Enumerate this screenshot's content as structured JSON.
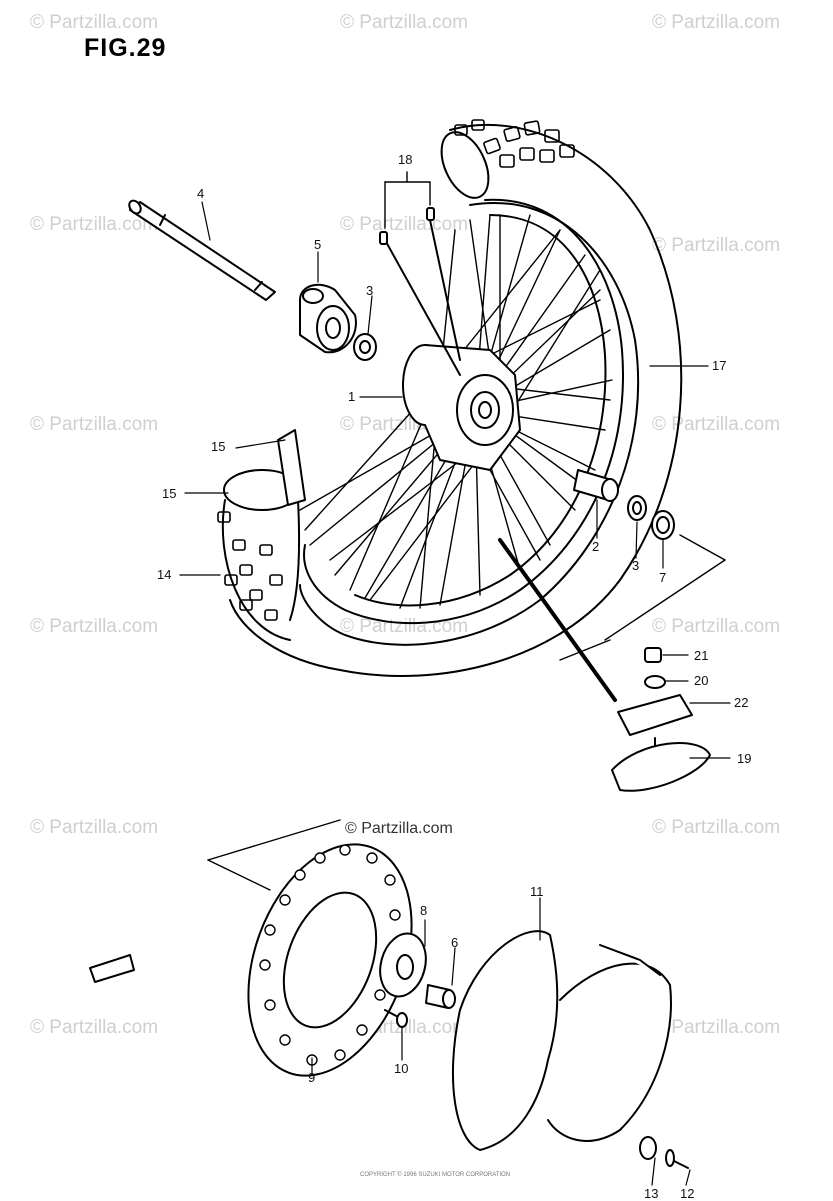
{
  "figure": {
    "title": "FIG.29"
  },
  "watermark": "© Partzilla.com",
  "center_watermark": "© Partzilla.com",
  "part_labels": [
    "1",
    "2",
    "3",
    "3",
    "4",
    "5",
    "6",
    "7",
    "8",
    "9",
    "10",
    "11",
    "12",
    "13",
    "14",
    "15",
    "15",
    "17",
    "18",
    "19",
    "20",
    "21",
    "22"
  ],
  "footer": "COPYRIGHT © 1996 SUZUKI MOTOR CORPORATION"
}
